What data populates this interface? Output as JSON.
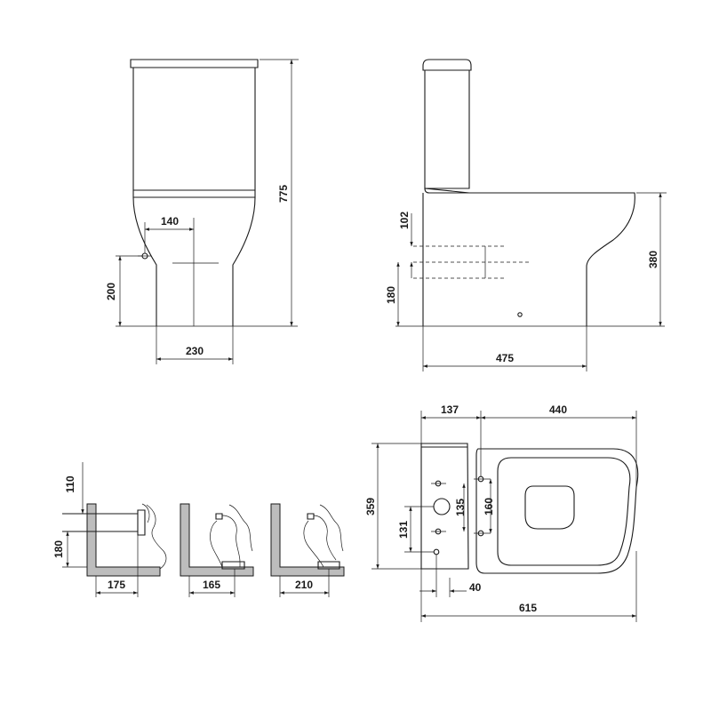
{
  "dimensions": {
    "front_height_total": "775",
    "front_outlet_width": "140",
    "front_outlet_height": "200",
    "front_base_width": "230",
    "side_102": "102",
    "side_180": "180",
    "side_380": "380",
    "side_475": "475",
    "plan_137": "137",
    "plan_440": "440",
    "plan_359": "359",
    "plan_135": "135",
    "plan_160": "160",
    "plan_131": "131",
    "plan_40": "40",
    "plan_615": "615",
    "detail_110": "110",
    "detail_180": "180",
    "detail_175": "175",
    "detail_165": "165",
    "detail_210": "210"
  }
}
